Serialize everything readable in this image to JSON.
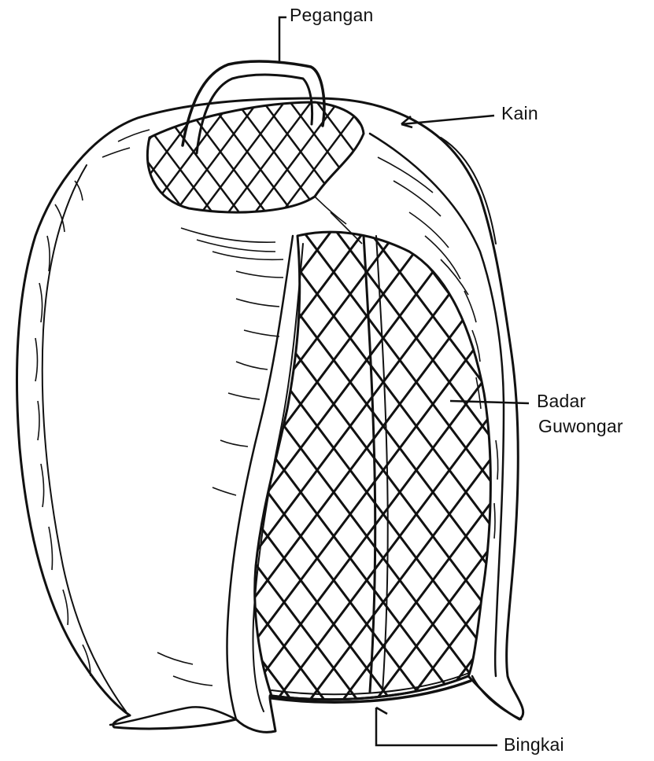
{
  "labels": {
    "handle": "Pegangan",
    "cloth": "Kain",
    "body_line1": "Badar",
    "body_line2": "Guwongar",
    "rim": "Bingkai"
  },
  "colors": {
    "ink": "#111111",
    "paper": "#ffffff"
  }
}
